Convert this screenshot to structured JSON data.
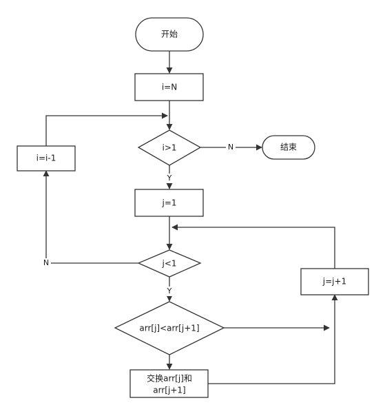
{
  "nodes": {
    "start": "开始",
    "init_i": "i=N",
    "cond_i": "i>1",
    "end": "结束",
    "init_j": "j=1",
    "cond_j": "j<1",
    "cond_swap": "arr[j]<arr[j+1]",
    "swap_line1": "交换arr[j]和",
    "swap_line2": "arr[j+1]",
    "inc_j": "j=j+1",
    "dec_i": "i=i-1"
  },
  "edges": {
    "i_no": "N",
    "i_yes": "Y",
    "j_no": "N",
    "j_yes": "Y"
  }
}
